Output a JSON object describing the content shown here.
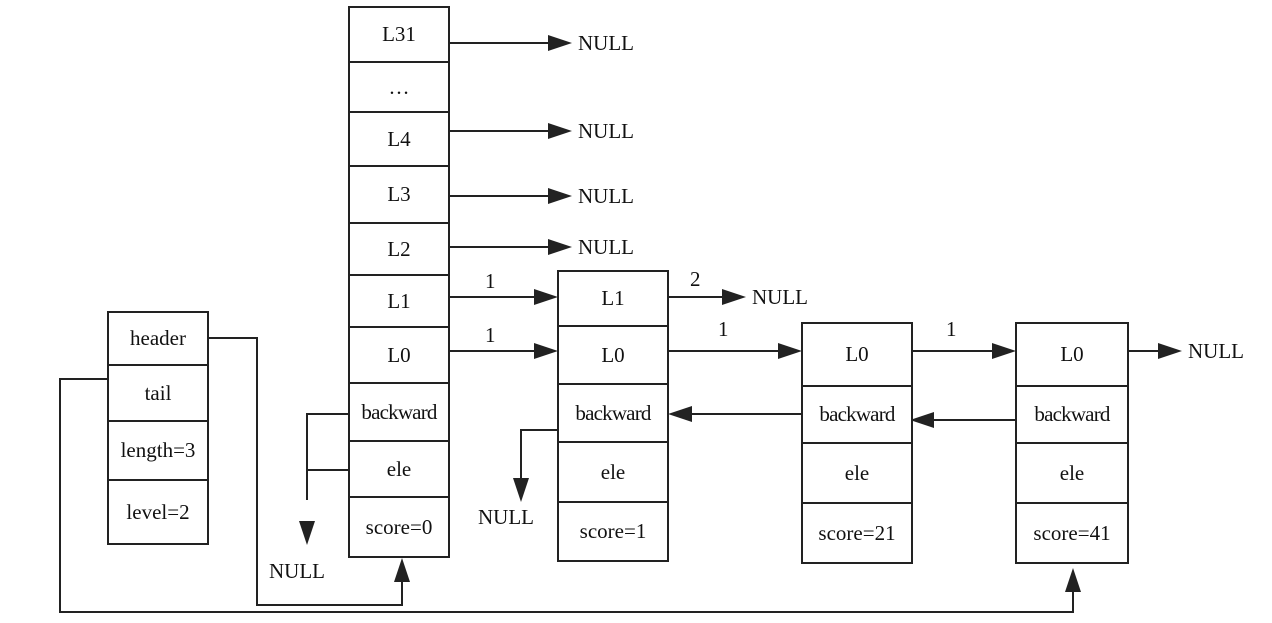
{
  "zset": {
    "header": "header",
    "tail": "tail",
    "length": "length=3",
    "level": "level=2"
  },
  "head_node": {
    "levels": {
      "l31": "L31",
      "ellipsis": "…",
      "l4": "L4",
      "l3": "L3",
      "l2": "L2",
      "l1": "L1",
      "l0": "L0"
    },
    "backward": "backward",
    "ele": "ele",
    "score": "score=0"
  },
  "nodes": [
    {
      "l1": "L1",
      "l0": "L0",
      "backward": "backward",
      "ele": "ele",
      "score": "score=1"
    },
    {
      "l0": "L0",
      "backward": "backward",
      "ele": "ele",
      "score": "score=21"
    },
    {
      "l0": "L0",
      "backward": "backward",
      "ele": "ele",
      "score": "score=41"
    }
  ],
  "spans": {
    "head_l1": "1",
    "head_l0": "1",
    "node1_l1": "2",
    "node1_l0": "1",
    "node2_l0": "1"
  },
  "null_label": "NULL"
}
